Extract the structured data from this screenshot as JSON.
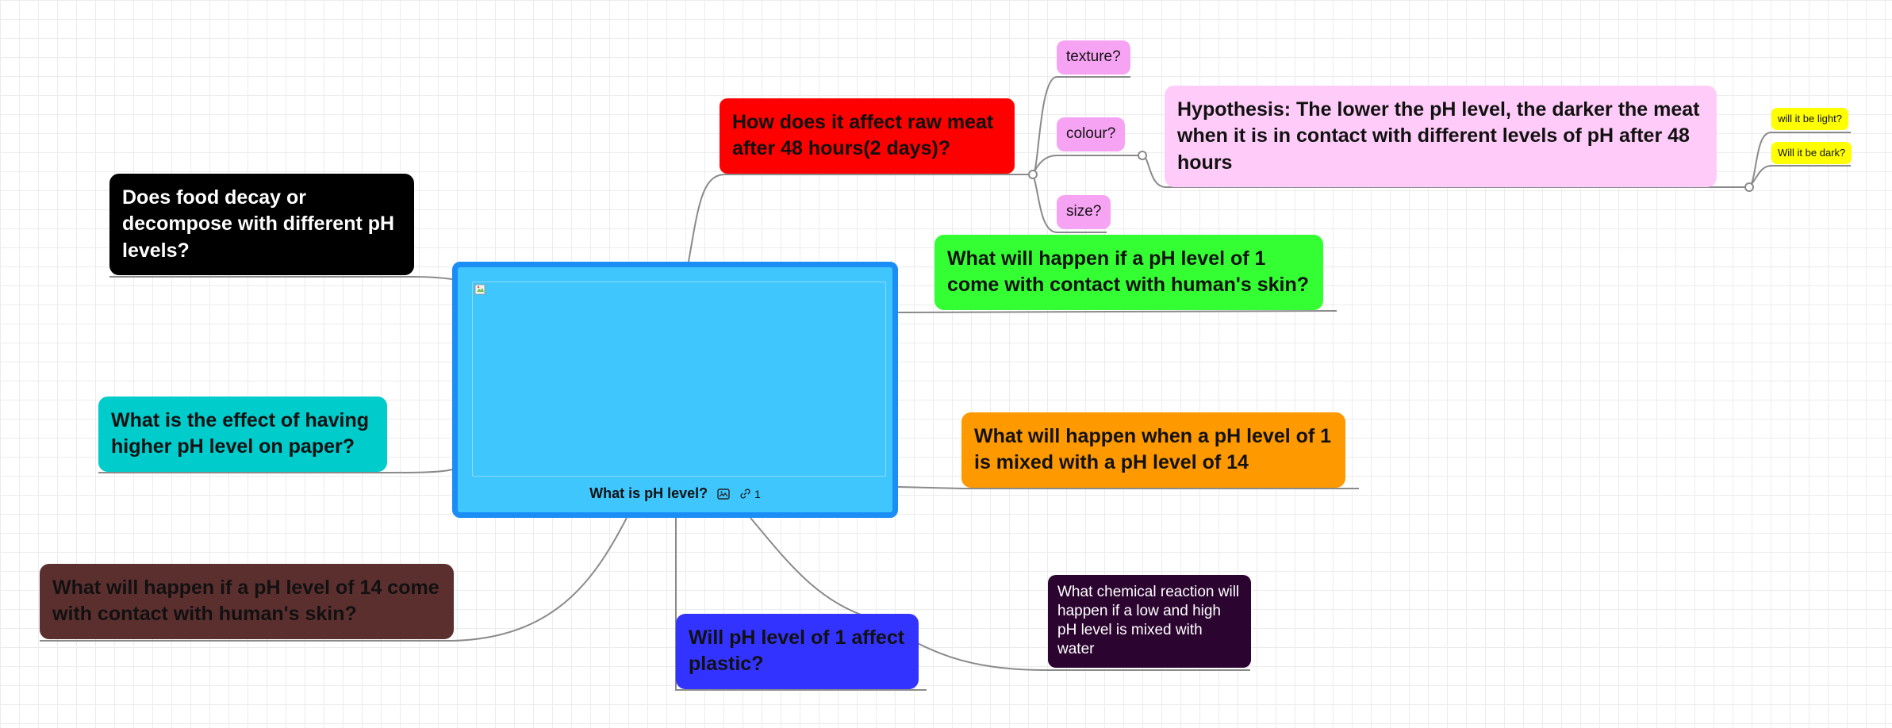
{
  "central": {
    "title": "What is pH level?",
    "link_count": "1",
    "icons": [
      "broken-image-icon",
      "image-icon",
      "link-icon"
    ]
  },
  "nodes": {
    "raw_meat": "How does it affect raw meat after 48 hours(2 days)?",
    "texture": "texture?",
    "colour": "colour?",
    "size": "size?",
    "hypothesis": "Hypothesis: The lower the pH level, the darker the meat when it is in contact with different levels of pH after 48 hours",
    "light": "will it be light?",
    "dark": "Will it be dark?",
    "skin_1": "What will happen if a pH level of 1 come with contact with human's skin?",
    "mixed_1_14": "What will happen when a pH level of 1 is mixed with a pH level of 14",
    "chemical_reaction": "What chemical reaction will happen if a low and high  pH level is mixed with water",
    "plastic": "Will pH level of 1 affect plastic?",
    "skin_14": "What will happen if a pH level of 14 come with contact with human's skin?",
    "paper": "What is the effect of having higher pH level on paper?",
    "food_decay": "Does food decay or decompose with different pH levels?"
  },
  "colors": {
    "central_fill": "#3fc7fd",
    "central_border": "#1a8ef5",
    "raw_meat": "#ff0000",
    "pink_small": "#f6a3f3",
    "hypothesis": "#ffccf9",
    "yellow": "#ffff00",
    "skin_1": "#33ff33",
    "mixed_1_14": "#ff9900",
    "chemical_reaction": "#2b0530",
    "plastic": "#3333ff",
    "skin_14": "#5c2f2f",
    "paper": "#00cccc",
    "food_decay": "#000000",
    "connector": "#8a8a8a"
  }
}
